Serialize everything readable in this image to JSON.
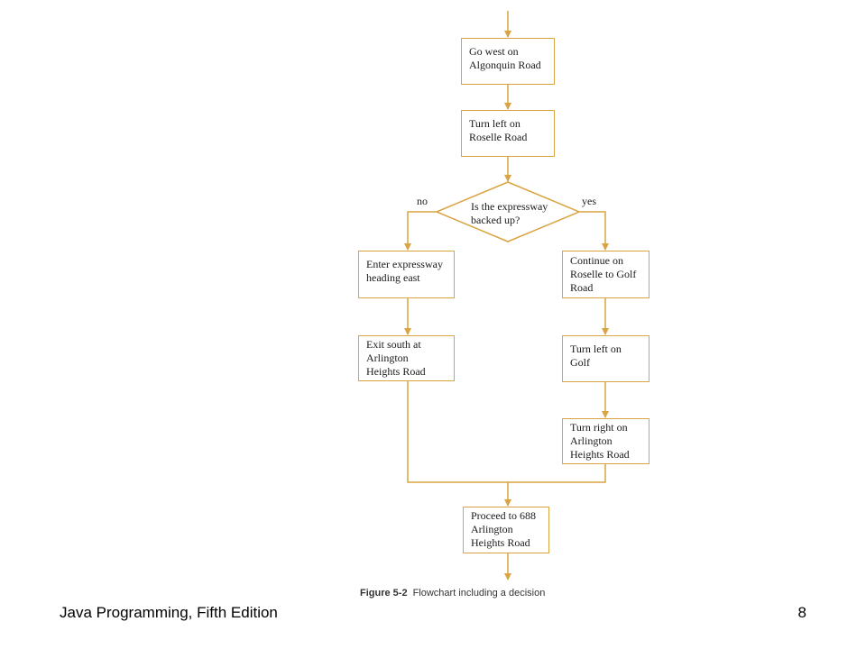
{
  "flowchart": {
    "steps": {
      "go_west": [
        "Go west on",
        "Algonquin Road"
      ],
      "turn_left_roselle": [
        "Turn left on",
        "Roselle Road"
      ],
      "enter_expressway": [
        "Enter expressway",
        "heading east"
      ],
      "exit_south": [
        "Exit south at",
        "Arlington",
        "Heights Road"
      ],
      "continue_roselle": [
        "Continue on",
        "Roselle to Golf",
        "Road"
      ],
      "turn_left_golf": [
        "Turn left on",
        "Golf"
      ],
      "turn_right_arlington": [
        "Turn right on",
        "Arlington",
        "Heights Road"
      ],
      "proceed": [
        "Proceed to 688",
        "Arlington",
        "Heights Road"
      ]
    },
    "decision": {
      "question": [
        "Is the expressway",
        "backed up?"
      ],
      "no_label": "no",
      "yes_label": "yes"
    },
    "caption": {
      "figure": "Figure 5-2",
      "text": "Flowchart including a decision"
    }
  },
  "footer": {
    "title": "Java Programming, Fifth Edition",
    "page_number": "8"
  },
  "colors": {
    "flow_line": "#d9a441",
    "text": "#1a1a1a"
  }
}
